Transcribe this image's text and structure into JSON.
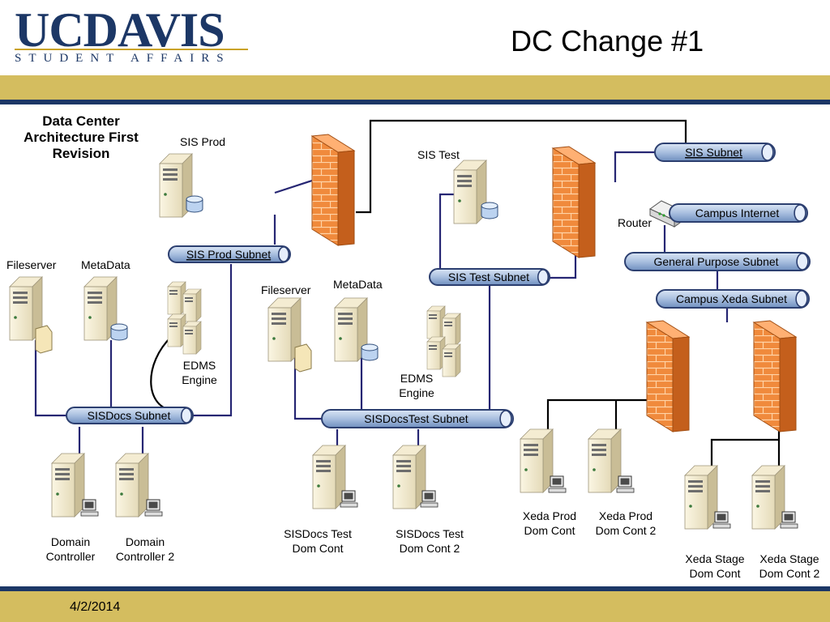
{
  "logo": {
    "main": "UCDAVIS",
    "sub": "STUDENT AFFAIRS"
  },
  "slide_title": "DC Change #1",
  "heading": "Data Center Architecture First Revision",
  "footer_date": "4/2/2014",
  "subnets": {
    "sis_prod": "SIS Prod Subnet",
    "sisdocs": "SISDocs Subnet",
    "sis_test": "SIS Test Subnet",
    "sisdocs_test": "SISDocsTest Subnet",
    "sis": "SIS Subnet",
    "campus_internet": "Campus Internet",
    "general_purpose": "General Purpose Subnet",
    "campus_xeda": "Campus Xeda Subnet"
  },
  "labels": {
    "sis_prod": "SIS Prod",
    "fileserver1": "Fileserver",
    "metadata1": "MetaData",
    "edms1": "EDMS Engine",
    "dc1": "Domain Controller",
    "dc2": "Domain Controller 2",
    "sis_test": "SIS Test",
    "fileserver2": "Fileserver",
    "metadata2": "MetaData",
    "edms2": "EDMS Engine",
    "sisdocs_test1": "SISDocs Test Dom Cont",
    "sisdocs_test2": "SISDocs Test Dom Cont 2",
    "router": "Router",
    "xeda_prod1": "Xeda Prod Dom Cont",
    "xeda_prod2": "Xeda Prod Dom Cont 2",
    "xeda_stage1": "Xeda Stage Dom Cont",
    "xeda_stage2": "Xeda Stage Dom Cont 2"
  }
}
